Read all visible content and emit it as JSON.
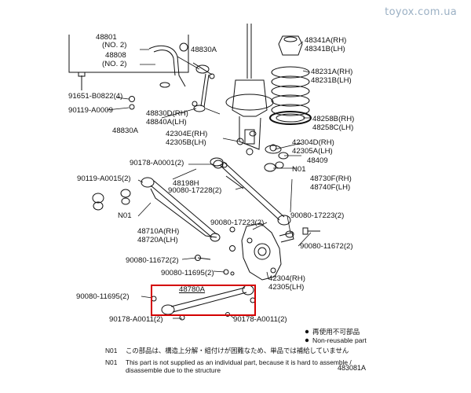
{
  "watermark": "toyox.com.ua",
  "labels": {
    "p48801_partial": "48801",
    "no2_a": "(NO. 2)",
    "p48808": "48808",
    "no2_b": "(NO. 2)",
    "p48830A_top": "48830A",
    "p48341A": "48341A(RH)",
    "p48341B": "48341B(LH)",
    "p48231A": "48231A(RH)",
    "p48231B": "48231B(LH)",
    "p91651": "91651-B0822(4)",
    "p90119_0009": "90119-A0009",
    "p48830D": "48830D(RH)",
    "p48840A": "48840A(LH)",
    "p48830A_mid": "48830A",
    "p48258B": "48258B(RH)",
    "p48258C": "48258C(LH)",
    "p42304E": "42304E(RH)",
    "p42305B": "42305B(LH)",
    "p42304D": "42304D(RH)",
    "p42305A": "42305A(LH)",
    "p90178_0001": "90178-A0001(2)",
    "p48409": "48409",
    "pN01_right": "N01",
    "p90119_0015": "90119-A0015(2)",
    "p48198H": "48198H",
    "p90080_17228": "90080-17228(2)",
    "p48730F": "48730F(RH)",
    "p48740F": "48740F(LH)",
    "p90080_17223": "90080-17223(2)",
    "pN01_left": "N01",
    "p48710A": "48710A(RH)",
    "p48720A": "48720A(LH)",
    "p90080_11672_right": "90080-11672(2)",
    "p90080_11672_left": "90080-11672(2)",
    "p90080_11695_mid": "90080-11695(2)",
    "p42304": "42304(RH)",
    "p42305": "42305(LH)",
    "p48780A": "48780A",
    "p90080_11695_left": "90080-11695(2)",
    "p90178_0011_left": "90178-A0011(2)",
    "p90178_0011_right": "90178-A0011(2)"
  },
  "legend": {
    "nonreusable_jp": "再使用不可部品",
    "nonreusable_en": "Non-reusable part",
    "bullet": "●"
  },
  "notes": [
    {
      "tag": "N01",
      "text": "この部品は、構造上分解・組付けが困難なため、単品では補給していません"
    },
    {
      "tag": "N01",
      "text": "This part is not supplied as an individual part, because it is hard to assemble /"
    },
    {
      "tag": "",
      "text": "disassemble due to the structure"
    }
  ],
  "figure_code": "483081A",
  "colors": {
    "highlight": "#d40000",
    "line": "#111111",
    "watermark": "#9bb0c4"
  }
}
